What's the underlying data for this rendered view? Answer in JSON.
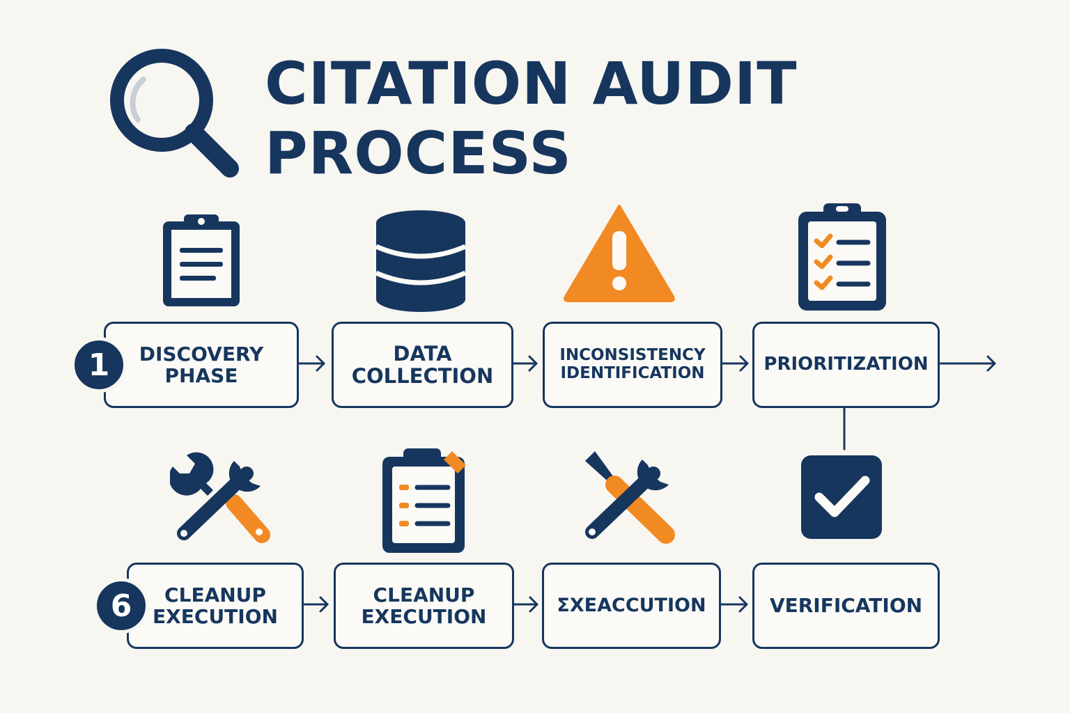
{
  "title": {
    "line1": "CITATION AUDIT",
    "line2": "PROCESS"
  },
  "colors": {
    "navy": "#16365e",
    "orange": "#f28a24",
    "background": "#f8f6f1"
  },
  "steps_top": [
    {
      "badge": "1",
      "lines": [
        "DISCOVERY",
        "PHASE"
      ],
      "icon": "clipboard-icon"
    },
    {
      "lines": [
        "DATA",
        "COLLECTION"
      ],
      "icon": "database-icon"
    },
    {
      "lines": [
        "INCONSISTENCY",
        "IDENTIFICATION"
      ],
      "icon": "warning-icon"
    },
    {
      "lines": [
        "PRIORITIZATION"
      ],
      "icon": "checklist-clipboard-icon"
    }
  ],
  "steps_bottom": [
    {
      "badge": "6",
      "lines": [
        "CLEANUP",
        "EXECUTION"
      ],
      "icon": "wrench-hammer-icon"
    },
    {
      "lines": [
        "CLEANUP",
        "EXECUTION"
      ],
      "icon": "task-clipboard-icon"
    },
    {
      "lines": [
        "ΣXEACCUTION"
      ],
      "icon": "wrench-screwdriver-icon"
    },
    {
      "lines": [
        "VERIFICATION"
      ],
      "icon": "checkbox-icon"
    }
  ]
}
